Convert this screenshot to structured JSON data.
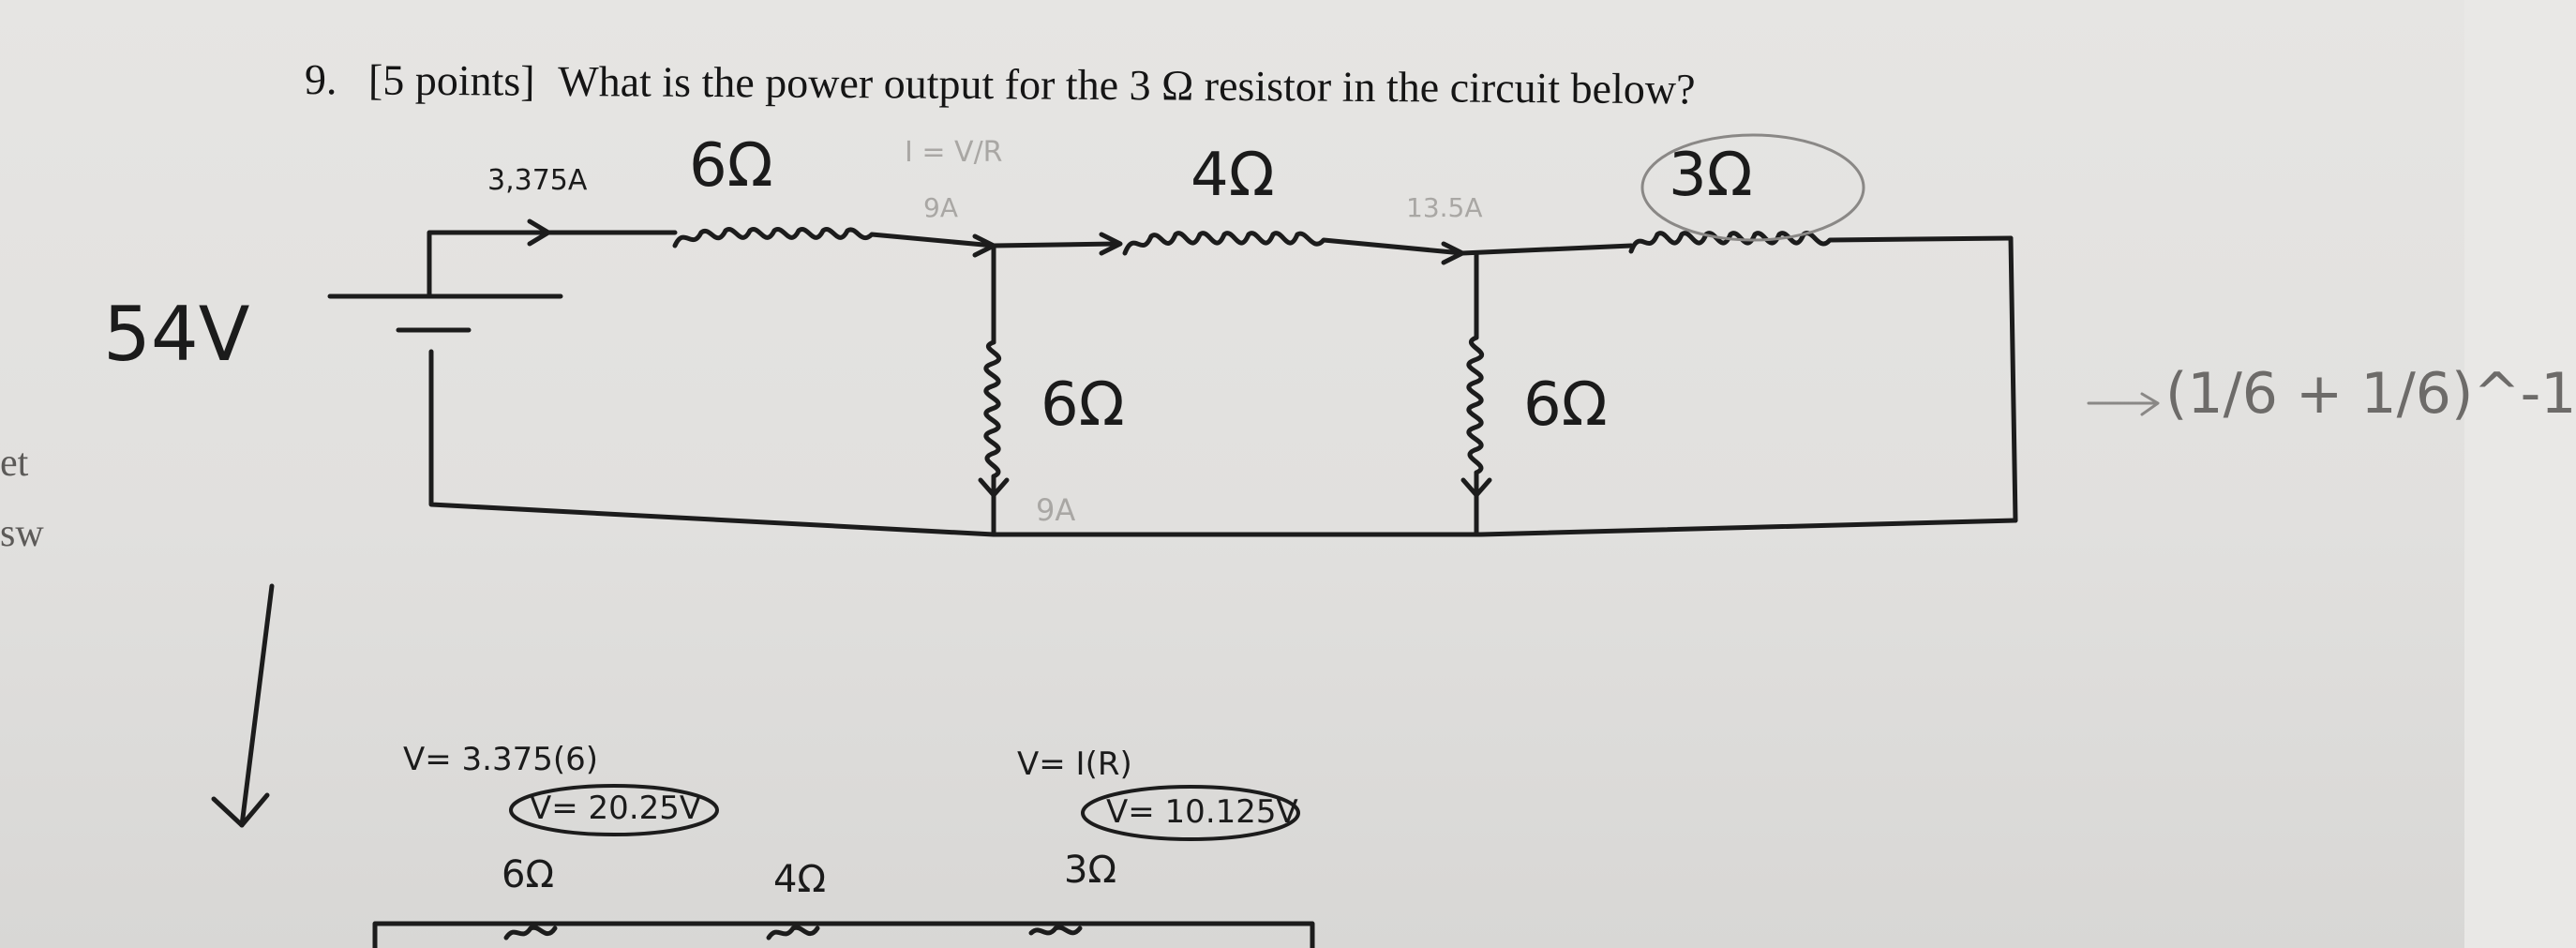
{
  "question": {
    "number": "9.",
    "points": "[5 points]",
    "text": "What is the power output for the 3 Ω resistor in the circuit below?"
  },
  "annotations": {
    "battery_voltage": "54V",
    "current_main": "3,375A",
    "r1": "6Ω",
    "r2": "4Ω",
    "r3": "3Ω",
    "r_shunt1": "6Ω",
    "r_shunt2": "6Ω",
    "current_9a_top": "9A",
    "current_9a_bottom": "9A",
    "current_135": "13.5A",
    "ohm_law_faint": "I = V/R",
    "equiv_expr": "(1/6 + 1/6)^-1",
    "calc_left_line1": "V= 3.375(6)",
    "calc_left_line2": "V= 20.25V",
    "calc_right_line1": "V= I(R)",
    "calc_right_line2": "V= 10.125V",
    "bottom_r1": "6Ω",
    "bottom_r2": "4Ω",
    "bottom_r3": "3Ω",
    "margin_left_top": "et",
    "margin_left_bottom": "sw"
  }
}
